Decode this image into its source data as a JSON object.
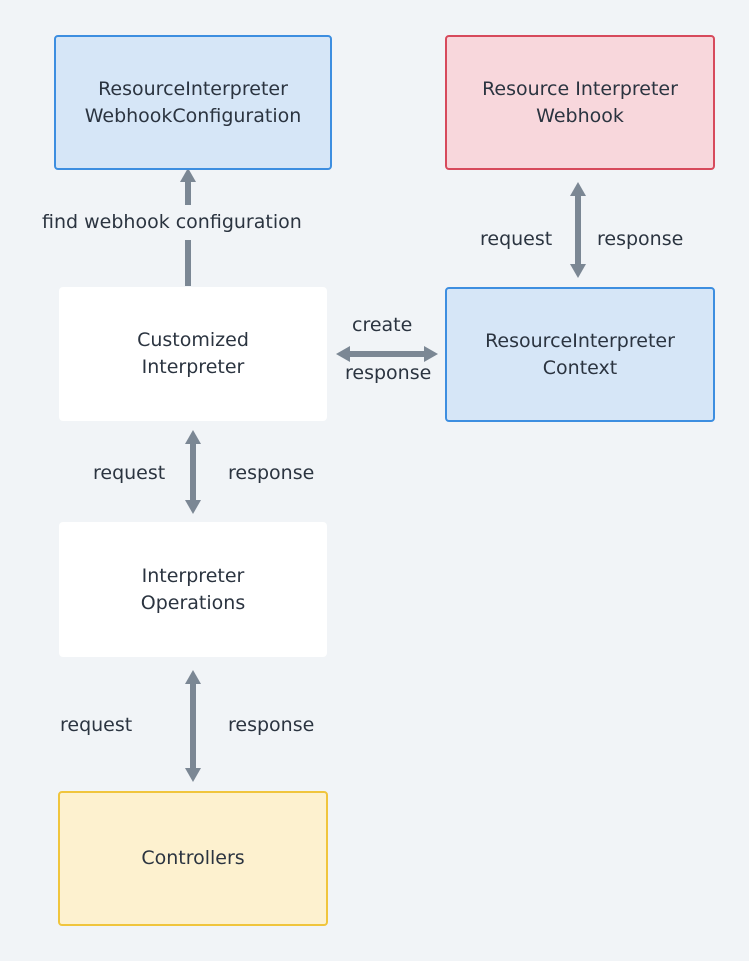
{
  "nodes": {
    "webhook_configuration": {
      "label": "ResourceInterpreter WebhookConfiguration",
      "fill": "#d6e6f7",
      "border": "#3d8ee0"
    },
    "interpreter_webhook": {
      "label": "Resource Interpreter Webhook",
      "fill": "#f8d7dc",
      "border": "#d74a5c"
    },
    "customized_interpreter": {
      "label": "Customized Interpreter",
      "fill": "#ffffff"
    },
    "interpreter_context": {
      "label": "ResourceInterpreter Context",
      "fill": "#d6e6f7",
      "border": "#3d8ee0"
    },
    "interpreter_operations": {
      "label": "Interpreter Operations",
      "fill": "#ffffff"
    },
    "controllers": {
      "label": "Controllers",
      "fill": "#fdf1cf",
      "border": "#f0c53d"
    }
  },
  "edges": {
    "find_config": {
      "from": "Customized Interpreter",
      "to": "ResourceInterpreter WebhookConfiguration",
      "label": "find webhook configuration"
    },
    "webhook_context": {
      "request_label": "request",
      "response_label": "response"
    },
    "interpreter_context": {
      "create_label": "create",
      "response_label": "response"
    },
    "interpreter_operations": {
      "request_label": "request",
      "response_label": "response"
    },
    "operations_controllers": {
      "request_label": "request",
      "response_label": "response"
    }
  },
  "colors": {
    "background": "#f1f4f7",
    "arrow": "#7b8794",
    "text": "#2b3440"
  }
}
